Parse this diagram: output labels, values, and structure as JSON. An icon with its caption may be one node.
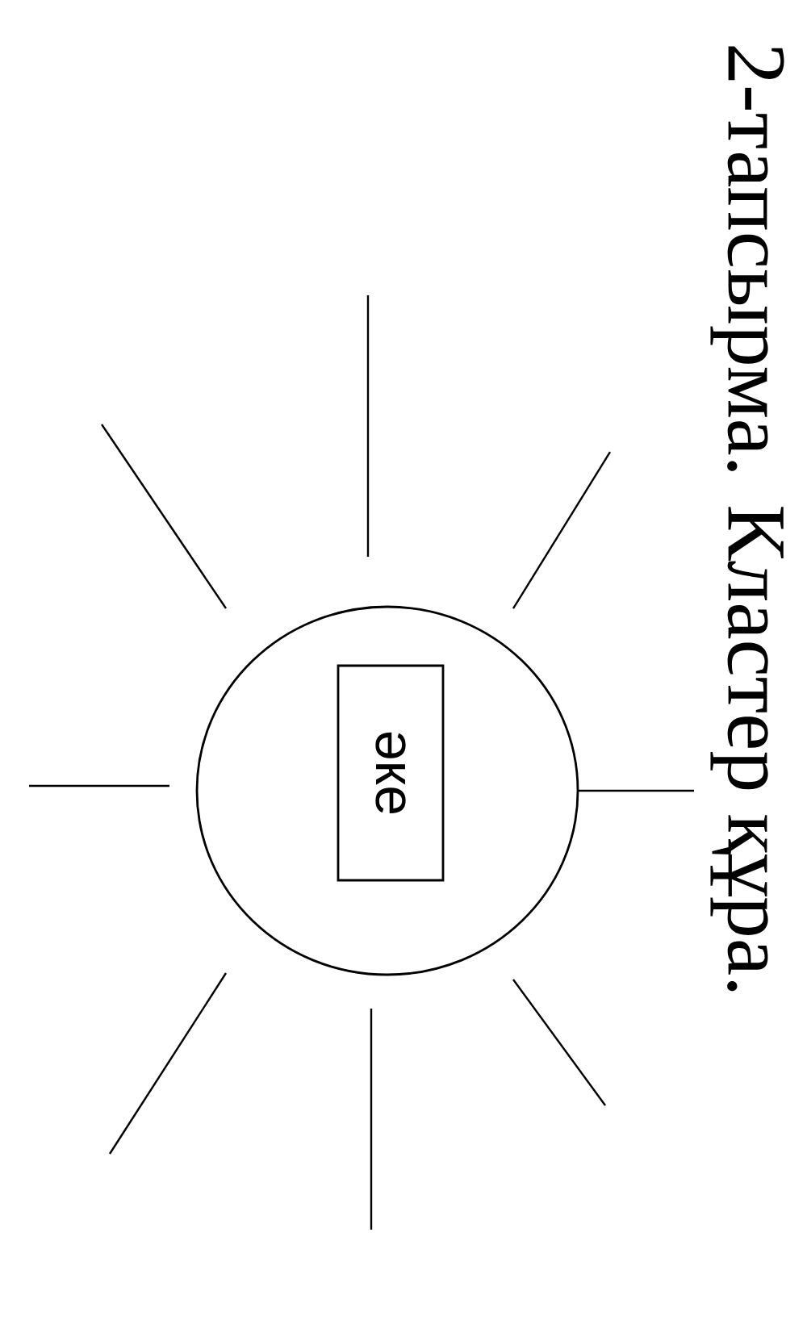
{
  "diagram": {
    "title": "2-тапсырма. Кластер құра.",
    "nodes": [
      {
        "text": [],
        "shape": "circle"
      },
      {
        "text": [
          "әке"
        ],
        "in": 0
      }
    ]
  }
}
